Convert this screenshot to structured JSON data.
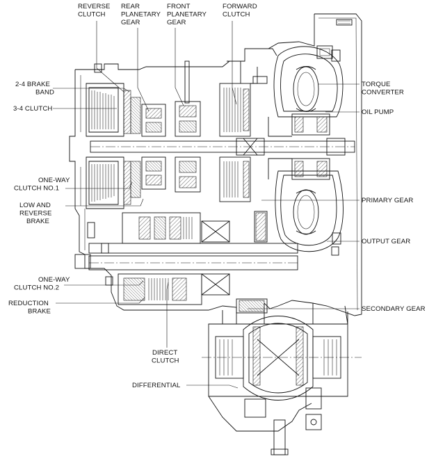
{
  "labels": {
    "reverse_clutch": [
      "REVERSE",
      "CLUTCH"
    ],
    "rear_planetary_gear": [
      "REAR",
      "PLANETARY",
      "GEAR"
    ],
    "front_planetary_gear": [
      "FRONT",
      "PLANETARY",
      "GEAR"
    ],
    "forward_clutch": [
      "FORWARD",
      "CLUTCH"
    ],
    "brake_2_4_band": [
      "2-4 BRAKE",
      "BAND"
    ],
    "clutch_3_4": [
      "3-4 CLUTCH"
    ],
    "torque_converter": [
      "TORQUE",
      "CONVERTER"
    ],
    "oil_pump": [
      "OIL PUMP"
    ],
    "one_way_clutch_no1": [
      "ONE-WAY",
      "CLUTCH NO.1"
    ],
    "low_and_reverse_brake": [
      "LOW AND",
      "REVERSE",
      "BRAKE"
    ],
    "primary_gear": [
      "PRIMARY GEAR"
    ],
    "output_gear": [
      "OUTPUT GEAR"
    ],
    "one_way_clutch_no2": [
      "ONE-WAY",
      "CLUTCH NO.2"
    ],
    "reduction_brake": [
      "REDUCTION",
      "BRAKE"
    ],
    "secondary_gear": [
      "SECONDARY GEAR"
    ],
    "direct_clutch": [
      "DIRECT",
      "CLUTCH"
    ],
    "differential": [
      "DIFFERENTIAL"
    ]
  },
  "colors": {
    "ink": "#111111",
    "paper": "#ffffff"
  }
}
